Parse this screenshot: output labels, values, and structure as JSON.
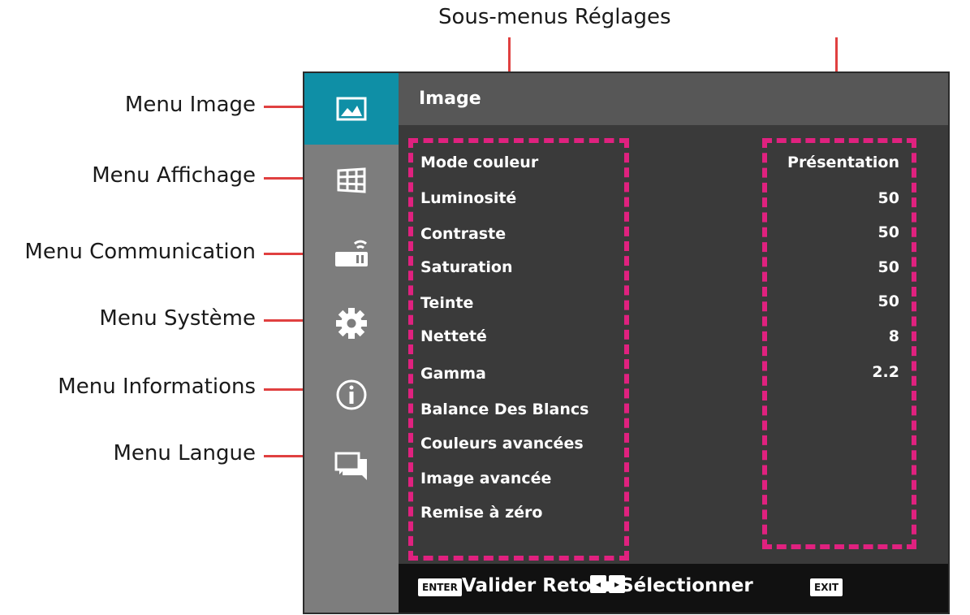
{
  "annotations": {
    "submenu_title": "Sous-menus Réglages",
    "menu_labels": [
      "Menu Image",
      "Menu Affichage",
      "Menu Communication",
      "Menu Système",
      "Menu Informations",
      "Menu Langue"
    ]
  },
  "osd": {
    "header_title": "Image",
    "sidebar_icons": [
      "image-icon",
      "display-grid-icon",
      "communication-icon",
      "gear-icon",
      "info-icon",
      "language-chat-icon"
    ],
    "items": [
      {
        "label": "Mode couleur",
        "value": "Présentation"
      },
      {
        "label": "Luminosité",
        "value": "50"
      },
      {
        "label": "Contraste",
        "value": "50"
      },
      {
        "label": "Saturation",
        "value": "50"
      },
      {
        "label": "Teinte",
        "value": "50"
      },
      {
        "label": "Netteté",
        "value": "8"
      },
      {
        "label": "Gamma",
        "value": "2.2"
      },
      {
        "label": "Balance Des Blancs",
        "value": ""
      },
      {
        "label": "Couleurs avancées",
        "value": ""
      },
      {
        "label": "Image avancée",
        "value": ""
      },
      {
        "label": "Remise à zéro",
        "value": ""
      }
    ],
    "footer": {
      "enter_key": "ENTER",
      "exit_key": "EXIT",
      "text": "Valider Retour Sélectionner"
    }
  },
  "colors": {
    "accent_active": "#0f8fa6",
    "annotation_red": "#e04040",
    "dashed_magenta": "#e0217f"
  }
}
